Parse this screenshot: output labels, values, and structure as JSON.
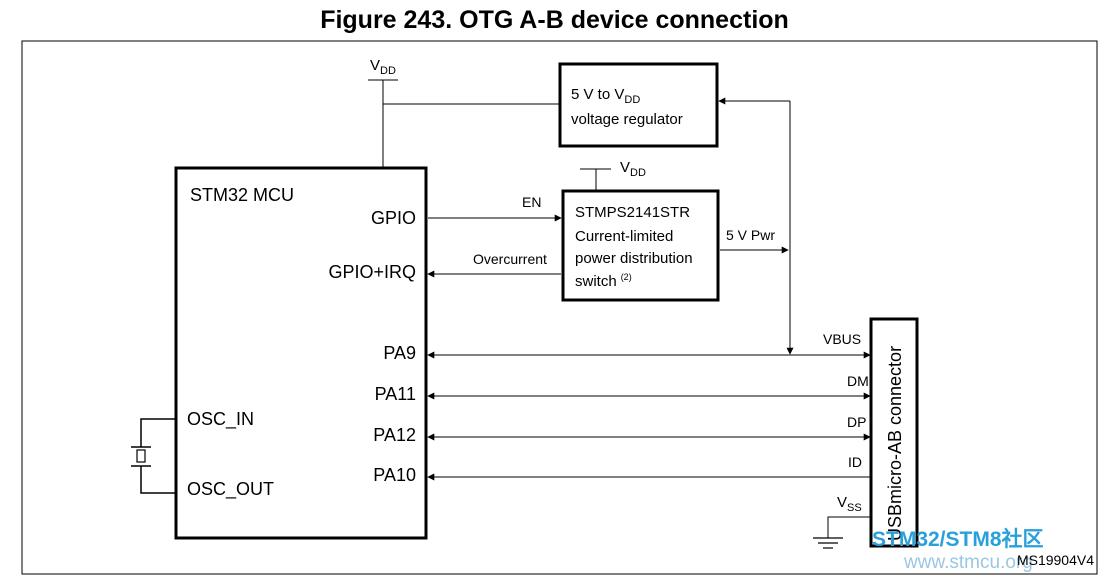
{
  "figure": {
    "title": "Figure 243. OTG A-B device connection",
    "ref_code": "MS19904V4"
  },
  "supply": {
    "vdd_main": "V",
    "vdd_sub": "DD"
  },
  "mcu": {
    "name": "STM32 MCU",
    "pins": {
      "gpio": "GPIO",
      "gpio_irq": "GPIO+IRQ",
      "pa9": "PA9",
      "pa11": "PA11",
      "pa12": "PA12",
      "pa10": "PA10",
      "osc_in": "OSC_IN",
      "osc_out": "OSC_OUT"
    }
  },
  "regulator": {
    "line1_prefix": "5 V to V",
    "line1_sub": "DD",
    "line2": "voltage regulator"
  },
  "power_switch": {
    "line1": "STMPS2141STR",
    "line2": "Current-limited",
    "line3": "power distribution",
    "line4": "switch",
    "note": "(2)"
  },
  "signals": {
    "en": "EN",
    "overcurrent": "Overcurrent",
    "pwr_5v": "5 V Pwr",
    "vbus": "VBUS",
    "dm": "DM",
    "dp": "DP",
    "id": "ID",
    "vss_main": "V",
    "vss_sub": "SS"
  },
  "connector": {
    "label": "USBmicro-AB connector"
  },
  "watermark": {
    "line1_a": "STM32/STM8",
    "line1_b": "社区",
    "line2": "www.stmcu.org"
  }
}
